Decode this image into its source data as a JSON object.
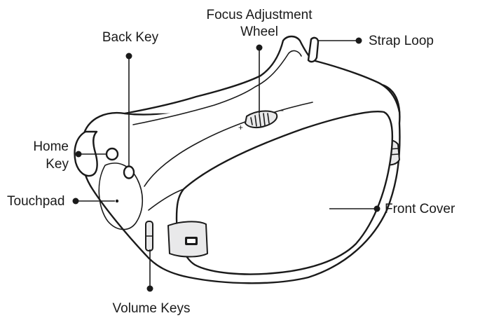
{
  "callouts": {
    "focus_line1": "Focus Adjustment",
    "focus_line2": "Wheel",
    "back_key": "Back Key",
    "strap_loop": "Strap Loop",
    "home_line1": "Home",
    "home_line2": "Key",
    "touchpad": "Touchpad",
    "front_cover": "Front Cover",
    "volume_keys": "Volume Keys"
  },
  "wheel_marks": {
    "minus": "−",
    "plus": "+"
  }
}
